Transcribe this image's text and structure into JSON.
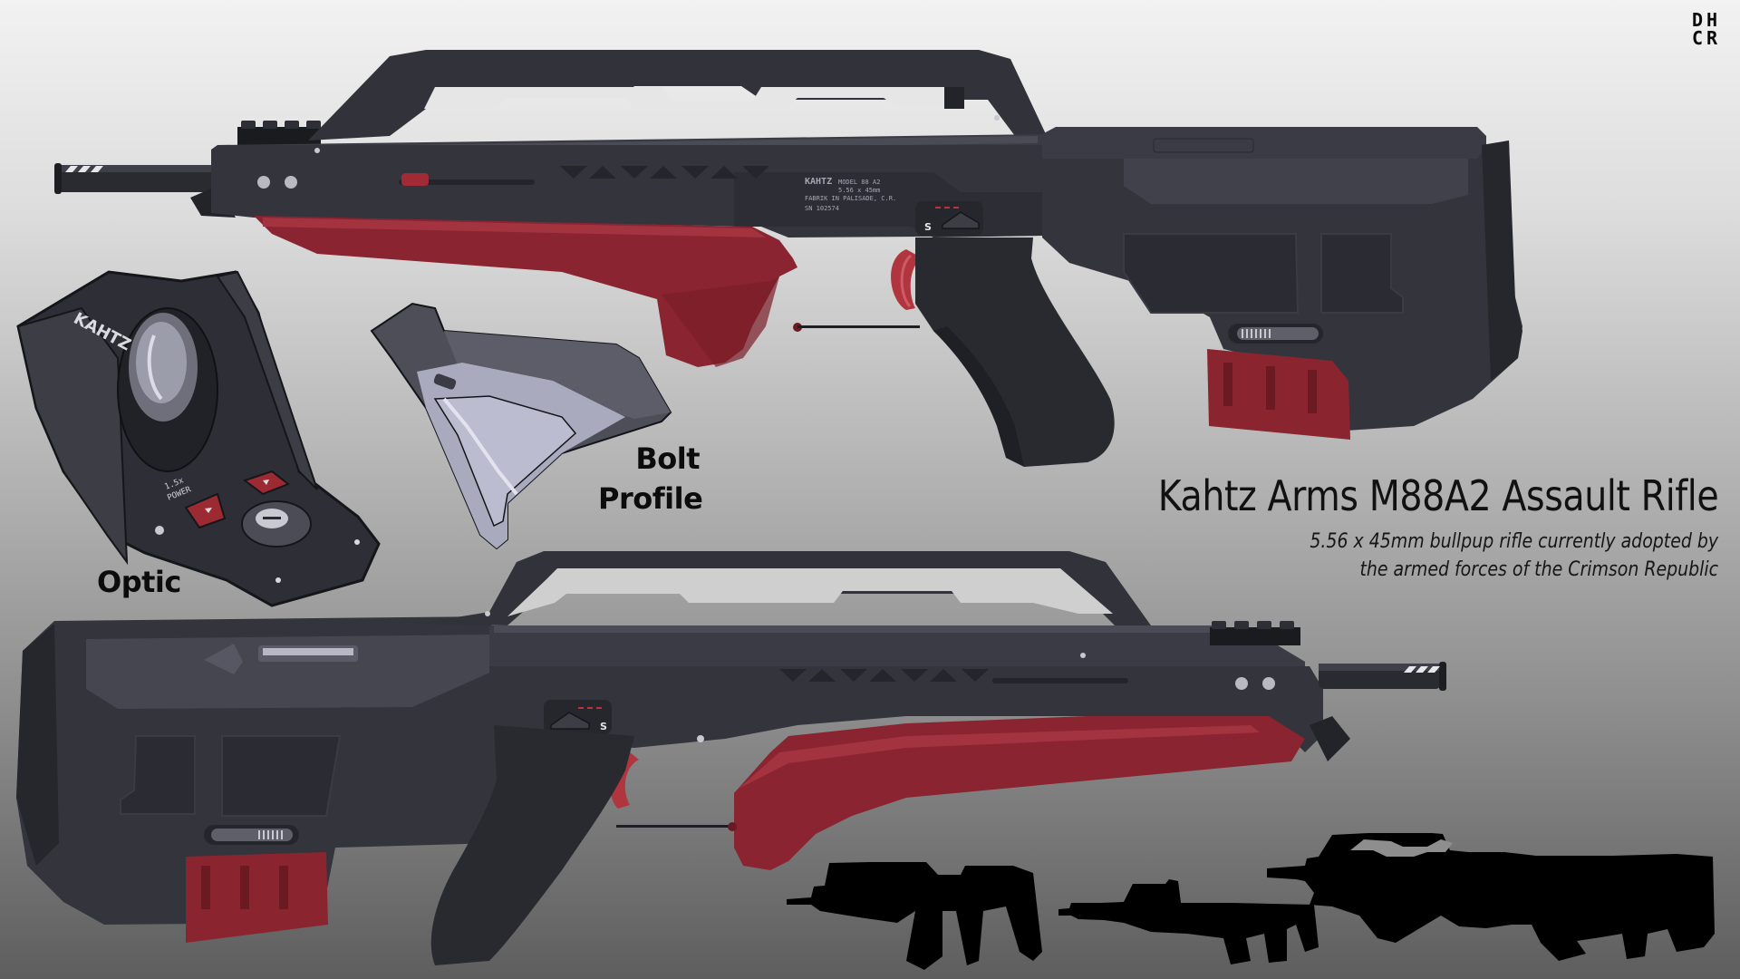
{
  "logo": {
    "line1": "DH",
    "line2": "CR"
  },
  "title": "Kahtz Arms M88A2 Assault Rifle",
  "subtitle": {
    "line1": "5.56 x 45mm bullpup rifle currently adopted by",
    "line2": "the armed forces of the Crimson Republic"
  },
  "labels": {
    "optic": "Optic",
    "bolt_line1": "Bolt",
    "bolt_line2": "Profile"
  },
  "optic": {
    "brand": "KAHTZ",
    "power_line1": "1.5x",
    "power_line2": "POWER"
  },
  "receiver_markings": {
    "brand": "KAHTZ",
    "line1": "MODEL 88 A2",
    "line2": "5.56 x 45mm",
    "line3": "FABRIK IN PALISADE, C.R.",
    "serial": "SN 102574"
  },
  "selector": {
    "safe": "S"
  },
  "silhouettes": {
    "count": 3,
    "items": [
      "compact-variant",
      "carbine-variant",
      "standard-m88a2"
    ]
  },
  "colors": {
    "body_dark": "#2b2c33",
    "body_mid": "#36373f",
    "body_light": "#45464f",
    "furniture_red": "#8a2530",
    "furniture_red_dark": "#6e1a23",
    "silhouette": "#000000",
    "bg_top": "#f2f2f2",
    "bg_bottom": "#5e5e5e"
  }
}
